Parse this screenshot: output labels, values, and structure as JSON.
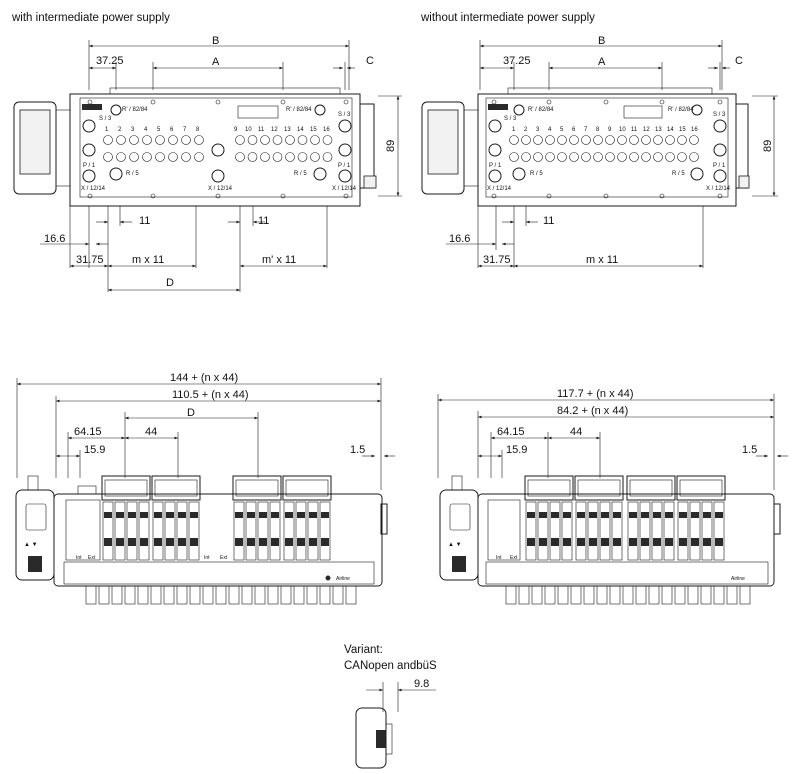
{
  "captions": {
    "with": "with intermediate power supply",
    "without": "without intermediate power supply",
    "variant_line1": "Variant:",
    "variant_line2": "CANopen andbüS"
  },
  "dims_top_left": {
    "B": "B",
    "A": "A",
    "C": "C",
    "d3725": "37.25",
    "d89": "89",
    "d11a": "11",
    "d11b": "11",
    "d166": "16.6",
    "d3175": "31.75",
    "mx11": "m x 11",
    "mpx11": "m' x 11",
    "D": "D"
  },
  "dims_top_right": {
    "B": "B",
    "A": "A",
    "C": "C",
    "d3725": "37.25",
    "d89": "89",
    "d11": "11",
    "d166": "16.6",
    "d3175": "31.75",
    "mx11": "m x 11"
  },
  "dims_bottom_left": {
    "w144": "144 + (n x 44)",
    "w1105": "110.5 + (n x 44)",
    "d6415": "64.15",
    "d44": "44",
    "D": "D",
    "d159": "15.9",
    "d15": "1.5"
  },
  "dims_bottom_right": {
    "w1177": "117.7 + (n x 44)",
    "w842": "84.2 + (n x 44)",
    "d6415": "64.15",
    "d44": "44",
    "d159": "15.9",
    "d15": "1.5"
  },
  "variant_dim": "9.8",
  "port_labels": {
    "s3": "S / 3",
    "p1": "P / 1",
    "x1214": "X / 12/14",
    "r5": "R / 5",
    "r8284": "R' / 82/84",
    "int": "Int",
    "ext": "Ext",
    "brand": "Airline"
  },
  "left_numbers": [
    "1",
    "2",
    "3",
    "4",
    "5",
    "6",
    "7",
    "8",
    "9",
    "10",
    "11",
    "12",
    "13",
    "14",
    "15",
    "16"
  ],
  "right_numbers": [
    "1",
    "2",
    "3",
    "4",
    "5",
    "6",
    "7",
    "8",
    "9",
    "10",
    "11",
    "12",
    "13",
    "14",
    "15",
    "16"
  ]
}
